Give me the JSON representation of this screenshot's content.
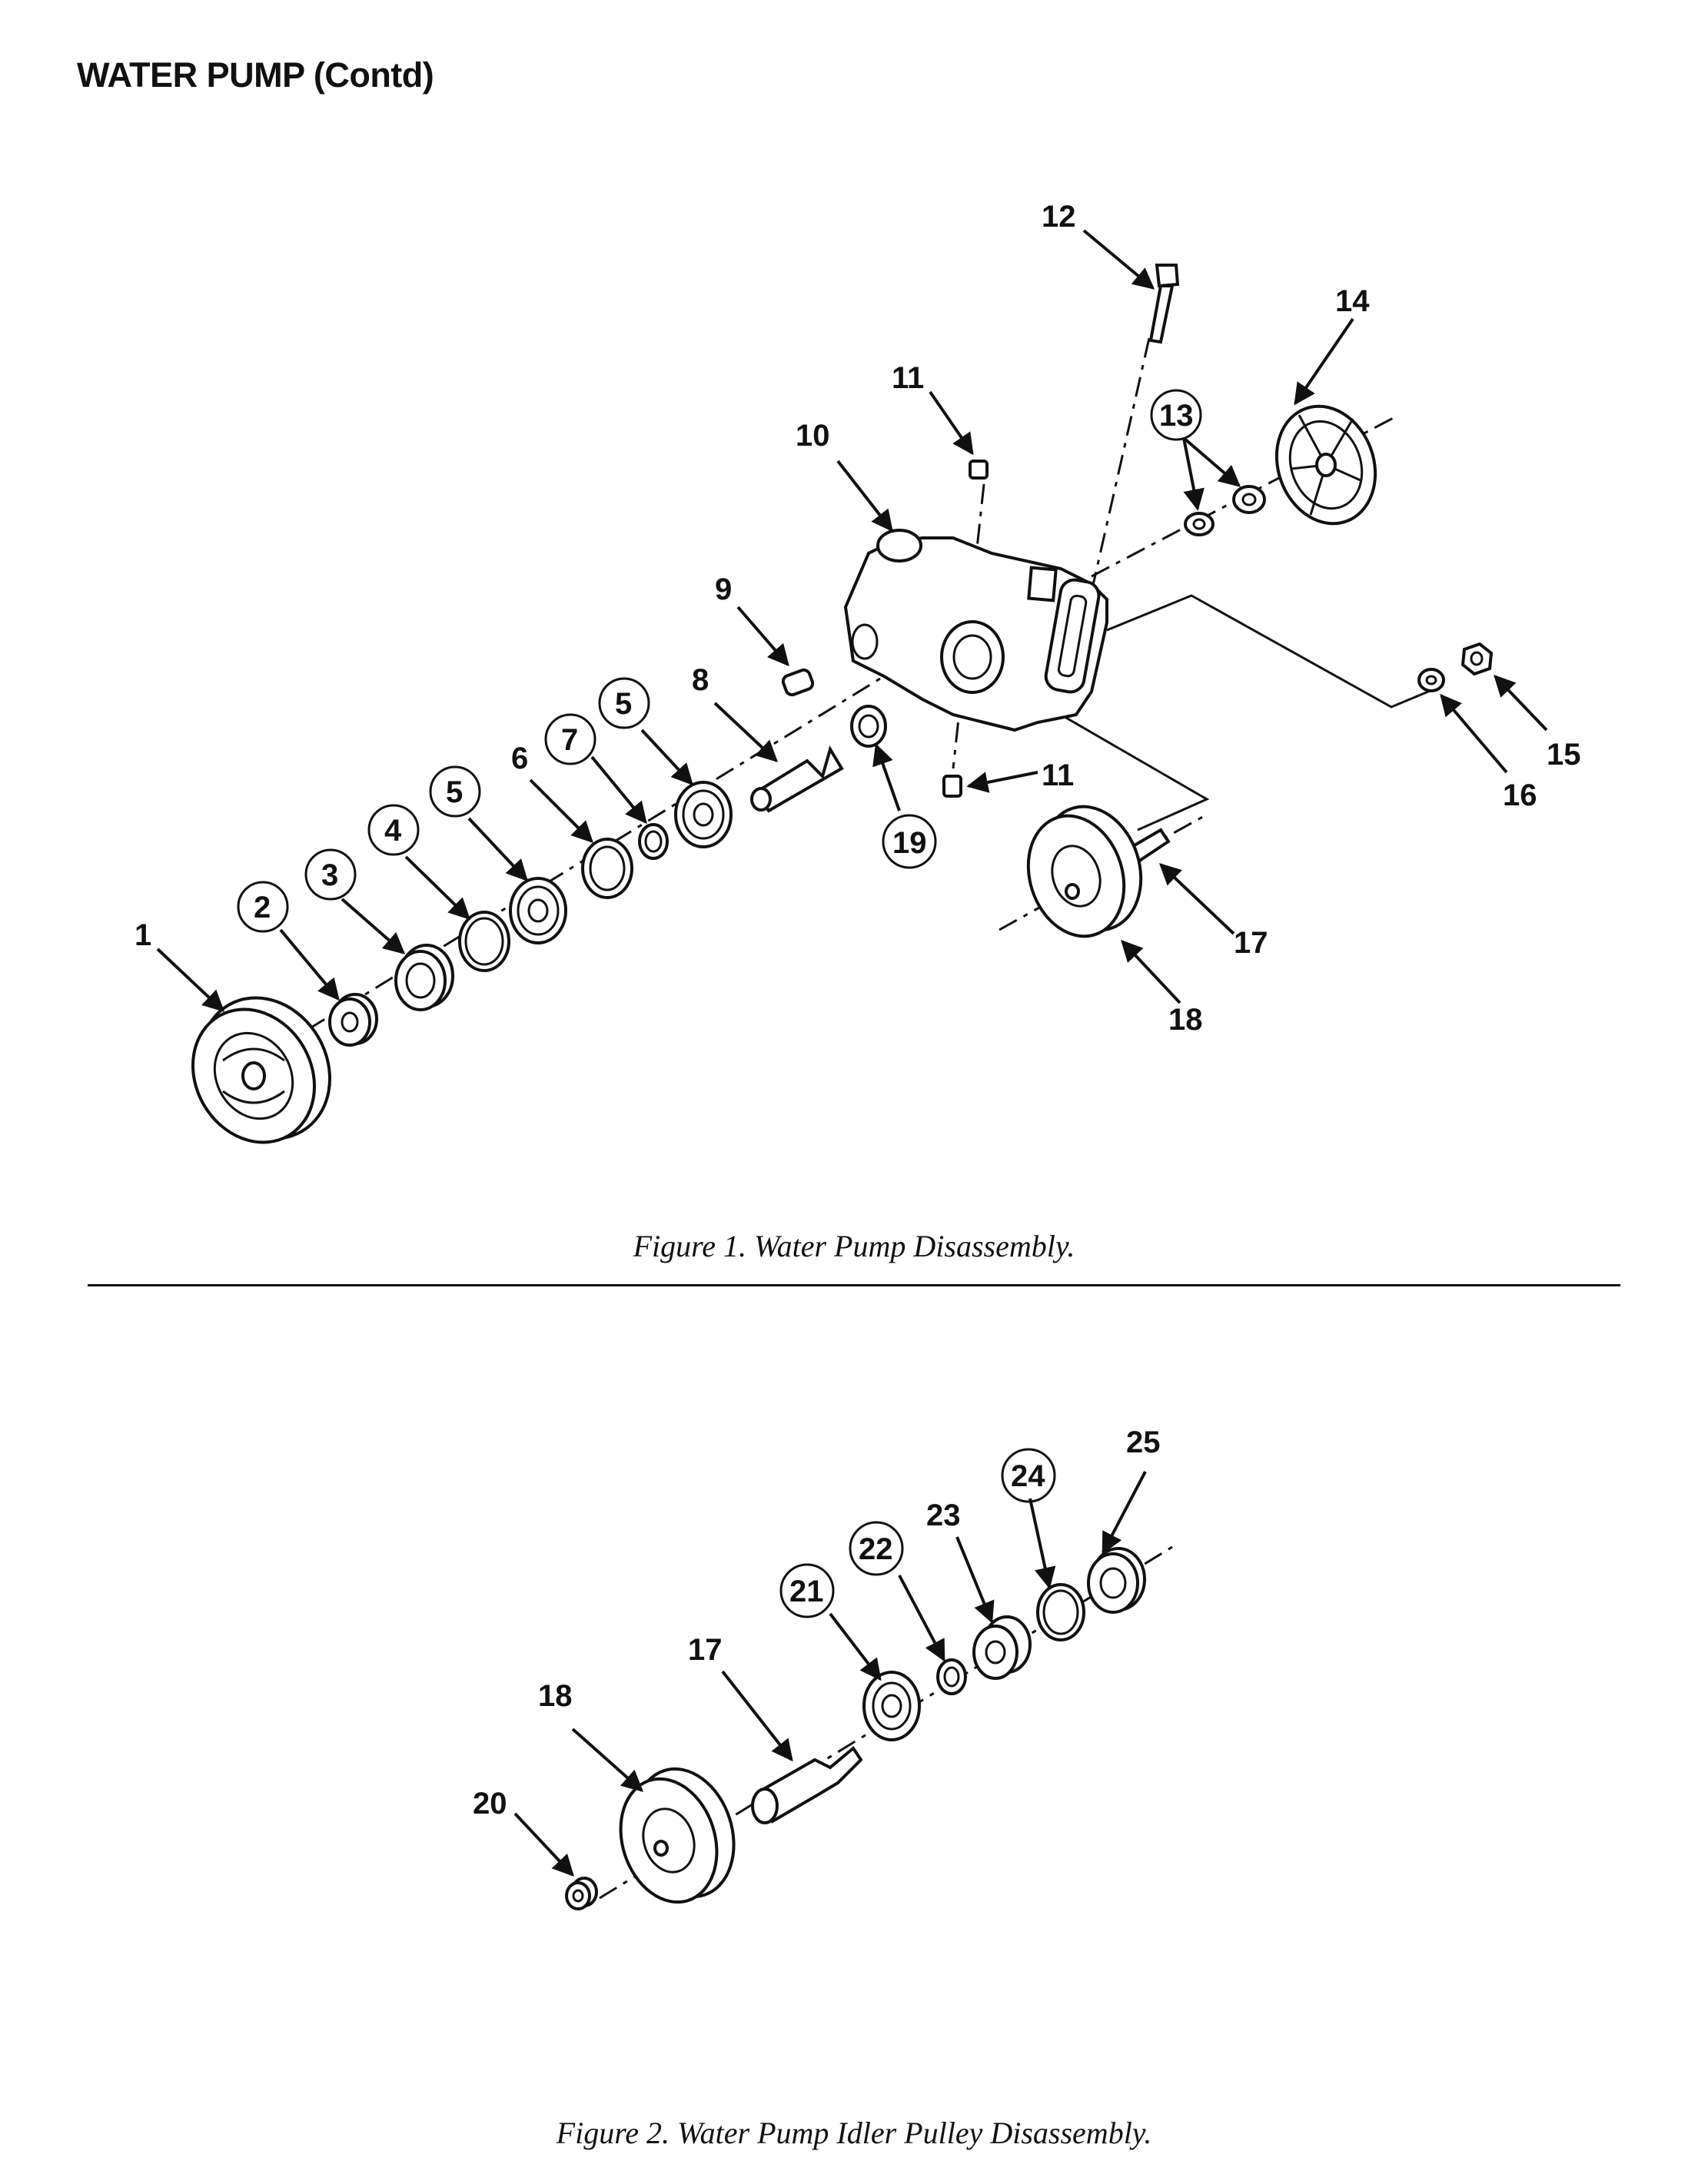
{
  "header": {
    "title": "WATER PUMP (Contd)"
  },
  "figure1": {
    "caption": "Figure 1. Water Pump Disassembly.",
    "callouts": [
      {
        "id": "c1",
        "label": "1",
        "circled": false
      },
      {
        "id": "c2",
        "label": "2",
        "circled": true
      },
      {
        "id": "c3",
        "label": "3",
        "circled": true
      },
      {
        "id": "c4",
        "label": "4",
        "circled": true
      },
      {
        "id": "c5a",
        "label": "5",
        "circled": true
      },
      {
        "id": "c6",
        "label": "6",
        "circled": false
      },
      {
        "id": "c7",
        "label": "7",
        "circled": true
      },
      {
        "id": "c5b",
        "label": "5",
        "circled": true
      },
      {
        "id": "c8",
        "label": "8",
        "circled": false
      },
      {
        "id": "c9",
        "label": "9",
        "circled": false
      },
      {
        "id": "c10",
        "label": "10",
        "circled": false
      },
      {
        "id": "c11a",
        "label": "11",
        "circled": false
      },
      {
        "id": "c11b",
        "label": "11",
        "circled": false
      },
      {
        "id": "c12",
        "label": "12",
        "circled": false
      },
      {
        "id": "c13",
        "label": "13",
        "circled": true
      },
      {
        "id": "c14",
        "label": "14",
        "circled": false
      },
      {
        "id": "c15",
        "label": "15",
        "circled": false
      },
      {
        "id": "c16",
        "label": "16",
        "circled": false
      },
      {
        "id": "c17",
        "label": "17",
        "circled": false
      },
      {
        "id": "c18",
        "label": "18",
        "circled": false
      },
      {
        "id": "c19",
        "label": "19",
        "circled": true
      }
    ]
  },
  "figure2": {
    "caption": "Figure 2. Water Pump Idler Pulley Disassembly.",
    "callouts": [
      {
        "id": "d17",
        "label": "17",
        "circled": false
      },
      {
        "id": "d18",
        "label": "18",
        "circled": false
      },
      {
        "id": "d20",
        "label": "20",
        "circled": false
      },
      {
        "id": "d21",
        "label": "21",
        "circled": true
      },
      {
        "id": "d22",
        "label": "22",
        "circled": true
      },
      {
        "id": "d23",
        "label": "23",
        "circled": false
      },
      {
        "id": "d24",
        "label": "24",
        "circled": true
      },
      {
        "id": "d25",
        "label": "25",
        "circled": false
      }
    ]
  },
  "colors": {
    "ink": "#111111",
    "paper": "#ffffff"
  }
}
